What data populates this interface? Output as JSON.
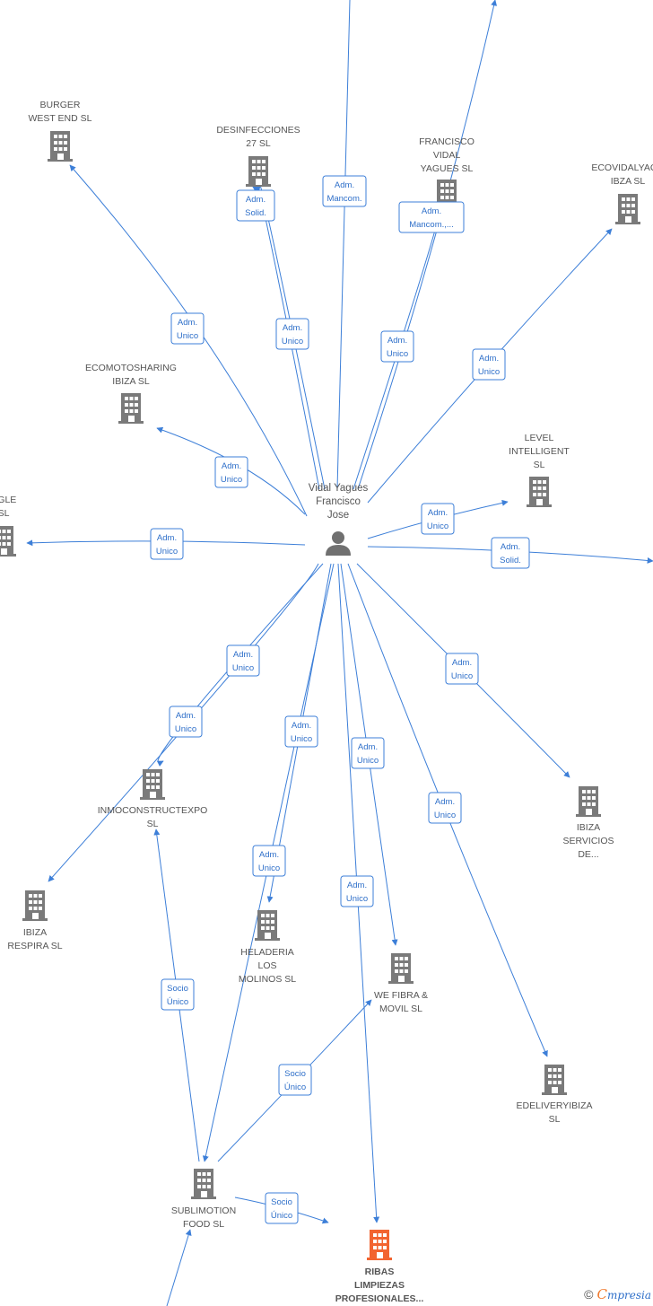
{
  "colors": {
    "edge": "#3d7fd8",
    "building": "#7a7a7a",
    "building_highlight": "#f26430",
    "person": "#707070",
    "label": "#555555"
  },
  "center_person": {
    "label_lines": [
      "Vidal Yagues",
      "Francisco",
      "Jose"
    ],
    "icon": "person-icon"
  },
  "companies": [
    {
      "id": "burger",
      "label_lines": [
        "BURGER",
        "WEST END  SL"
      ],
      "highlight": false
    },
    {
      "id": "desinfecciones",
      "label_lines": [
        "DESINFECCIONES",
        "27  SL"
      ],
      "highlight": false
    },
    {
      "id": "francisco",
      "label_lines": [
        "FRANCISCO",
        "VIDAL",
        "YAGUES  SL"
      ],
      "highlight": false
    },
    {
      "id": "ecovidal",
      "label_lines": [
        "ECOVIDALYAGU",
        "IBZA  SL"
      ],
      "highlight": false
    },
    {
      "id": "ecomoto",
      "label_lines": [
        "ECOMOTOSHARING",
        "IBIZA  SL"
      ],
      "highlight": false
    },
    {
      "id": "level",
      "label_lines": [
        "LEVEL",
        "INTELLIGENT",
        "SL"
      ],
      "highlight": false
    },
    {
      "id": "ingle",
      "label_lines": [
        "NGLE",
        "SL"
      ],
      "highlight": false
    },
    {
      "id": "inmo",
      "label_lines": [
        "INMOCONSTRUCTEXPO",
        "SL"
      ],
      "highlight": false
    },
    {
      "id": "ibizaserv",
      "label_lines": [
        "IBIZA",
        "SERVICIOS",
        "DE..."
      ],
      "highlight": false
    },
    {
      "id": "ibizarespira",
      "label_lines": [
        "IBIZA",
        "RESPIRA  SL"
      ],
      "highlight": false
    },
    {
      "id": "heladeria",
      "label_lines": [
        "HELADERIA",
        "LOS",
        "MOLINOS  SL"
      ],
      "highlight": false
    },
    {
      "id": "wefibra",
      "label_lines": [
        "WE FIBRA &",
        "MOVIL  SL"
      ],
      "highlight": false
    },
    {
      "id": "edelivery",
      "label_lines": [
        "EDELIVERYIBIZA",
        "SL"
      ],
      "highlight": false
    },
    {
      "id": "sublimotion",
      "label_lines": [
        "SUBLIMOTION",
        "FOOD  SL"
      ],
      "highlight": false
    },
    {
      "id": "ribas",
      "label_lines": [
        "RIBAS",
        "LIMPIEZAS",
        "PROFESIONALES..."
      ],
      "highlight": true
    }
  ],
  "relations": [
    {
      "to": "burger",
      "label_lines": [
        "Adm.",
        "Unico"
      ]
    },
    {
      "to": "desinfecciones",
      "label_lines": [
        "Adm.",
        "Solid."
      ]
    },
    {
      "to": "desinfecciones",
      "label_lines": [
        "Adm.",
        "Unico"
      ]
    },
    {
      "to": "off-top",
      "label_lines": [
        "Adm.",
        "Mancom."
      ]
    },
    {
      "to": "francisco",
      "label_lines": [
        "Adm.",
        "Mancom.,..."
      ]
    },
    {
      "to": "francisco",
      "label_lines": [
        "Adm.",
        "Unico"
      ]
    },
    {
      "to": "ecovidal",
      "label_lines": [
        "Adm.",
        "Unico"
      ]
    },
    {
      "to": "ecomoto",
      "label_lines": [
        "Adm.",
        "Unico"
      ]
    },
    {
      "to": "level",
      "label_lines": [
        "Adm.",
        "Unico"
      ]
    },
    {
      "to": "off-right",
      "label_lines": [
        "Adm.",
        "Solid."
      ]
    },
    {
      "to": "ingle",
      "label_lines": [
        "Adm.",
        "Unico"
      ]
    },
    {
      "to": "ibizarespira",
      "label_lines": [
        "Adm.",
        "Unico"
      ]
    },
    {
      "to": "inmo",
      "label_lines": [
        "Adm.",
        "Unico"
      ]
    },
    {
      "to": "heladeria",
      "label_lines": [
        "Adm.",
        "Unico"
      ]
    },
    {
      "to": "sublimotion",
      "label_lines": [
        "Adm.",
        "Unico"
      ]
    },
    {
      "to": "wefibra",
      "label_lines": [
        "Adm.",
        "Unico"
      ]
    },
    {
      "to": "ribas",
      "label_lines": [
        "Adm.",
        "Unico"
      ]
    },
    {
      "to": "edelivery",
      "label_lines": [
        "Adm.",
        "Unico"
      ]
    },
    {
      "to": "ibizaserv",
      "label_lines": [
        "Adm.",
        "Unico"
      ]
    },
    {
      "to": "inmo",
      "label_lines": [
        "Socio",
        "Único"
      ]
    },
    {
      "to": "wefibra",
      "label_lines": [
        "Socio",
        "Único"
      ]
    },
    {
      "to": "ribas",
      "label_lines": [
        "Socio",
        "Único"
      ]
    }
  ],
  "footer": {
    "copyright": "©",
    "brand_initial": "C",
    "brand_rest": "mpresia"
  }
}
